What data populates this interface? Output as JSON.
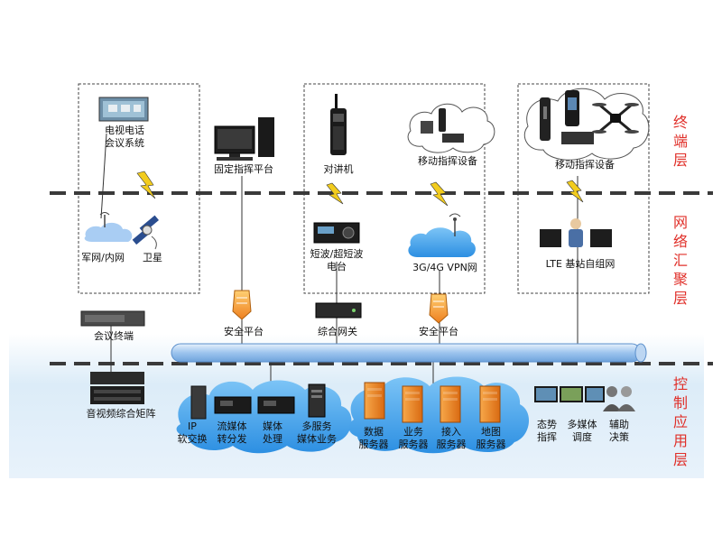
{
  "layers": {
    "terminal": "终端层",
    "network": "网络汇聚层",
    "control": "控制应用层"
  },
  "terminal": {
    "video_conf": [
      "电视电话",
      "会议系统"
    ],
    "fixed_cmd": "固定指挥平台",
    "walkie": "对讲机",
    "mobile_cmd_1": "移动指挥设备",
    "mobile_cmd_2": "移动指挥设备"
  },
  "network": {
    "military_net": "军网/内网",
    "satellite": "卫星",
    "shortwave": [
      "短波/超短波",
      "电台"
    ],
    "vpn": "3G/4G VPN网",
    "lte": "LTE 基站自组网",
    "conf_terminal": "会议终端",
    "security_1": "安全平台",
    "gateway": "综合网关",
    "security_2": "安全平台"
  },
  "control": {
    "av_matrix": "音视频综合矩阵",
    "ip_switch": [
      "IP",
      "软交换"
    ],
    "stream_forward": [
      "流媒体",
      "转分发"
    ],
    "media_proc": [
      "媒体",
      "处理"
    ],
    "multi_service": [
      "多服务",
      "媒体业务"
    ],
    "data_server": [
      "数据",
      "服务器"
    ],
    "biz_server": [
      "业务",
      "服务器"
    ],
    "access_server": [
      "接入",
      "服务器"
    ],
    "map_server": [
      "地图",
      "服务器"
    ],
    "situation": [
      "态势",
      "指挥"
    ],
    "multimedia": [
      "多媒体",
      "调度"
    ],
    "decision": [
      "辅助",
      "决策"
    ]
  },
  "colors": {
    "layer_text": "#e0302a",
    "dashed_line": "#3a3a3a",
    "bus": "#8db8e8",
    "cloud": "#49a6ee",
    "band": "#dcecf8",
    "lightning": "#f2cc1e",
    "shield": "#f29c2e",
    "server": "#ef8a2a"
  }
}
